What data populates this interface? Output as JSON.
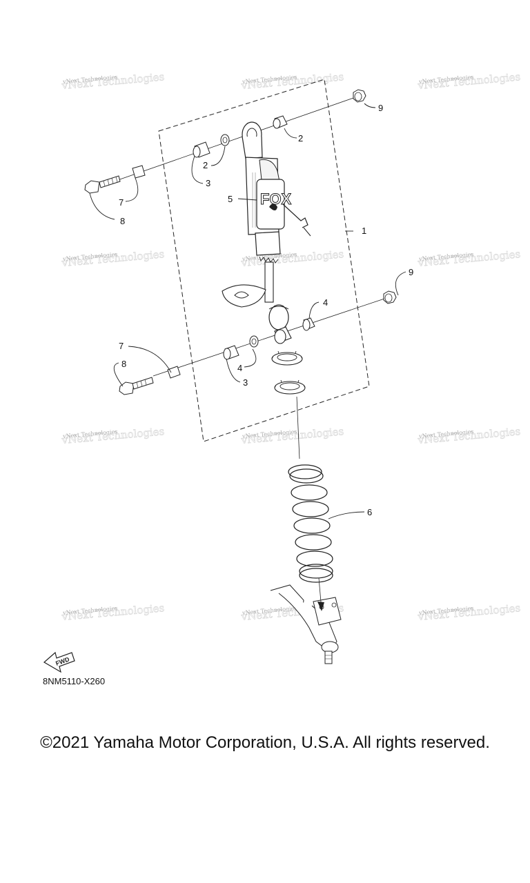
{
  "watermark": {
    "text": "vNext Technologies"
  },
  "callouts": {
    "c1": "1",
    "c2a": "2",
    "c2b": "2",
    "c3a": "3",
    "c3b": "3",
    "c4a": "4",
    "c4b": "4",
    "c5": "5",
    "c6": "6",
    "c7a": "7",
    "c7b": "7",
    "c8a": "8",
    "c8b": "8",
    "c9a": "9",
    "c9b": "9"
  },
  "fwd_label": "FWD",
  "part_code": "8NM5110-X260",
  "copyright": "©2021 Yamaha Motor Corporation, U.S.A. All rights reserved."
}
